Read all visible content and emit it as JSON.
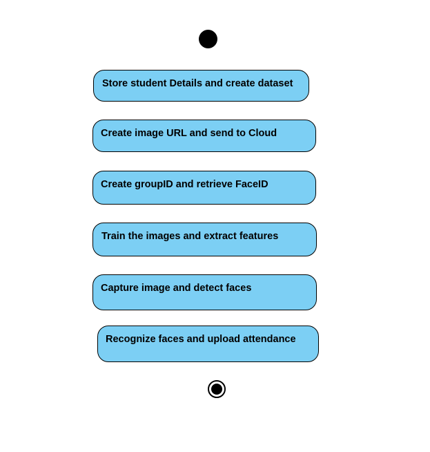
{
  "diagram": {
    "type": "activity-diagram",
    "start_node": "filled-circle",
    "end_node": "bullseye-circle",
    "activity_fill": "#7ccff4",
    "activity_border": "#000000",
    "activities": [
      "Store student Details and create dataset",
      "Create image URL and send to Cloud",
      "Create groupID and retrieve FaceID",
      "Train the images and extract features",
      "Capture image and detect faces",
      "Recognize faces and upload attendance"
    ]
  }
}
